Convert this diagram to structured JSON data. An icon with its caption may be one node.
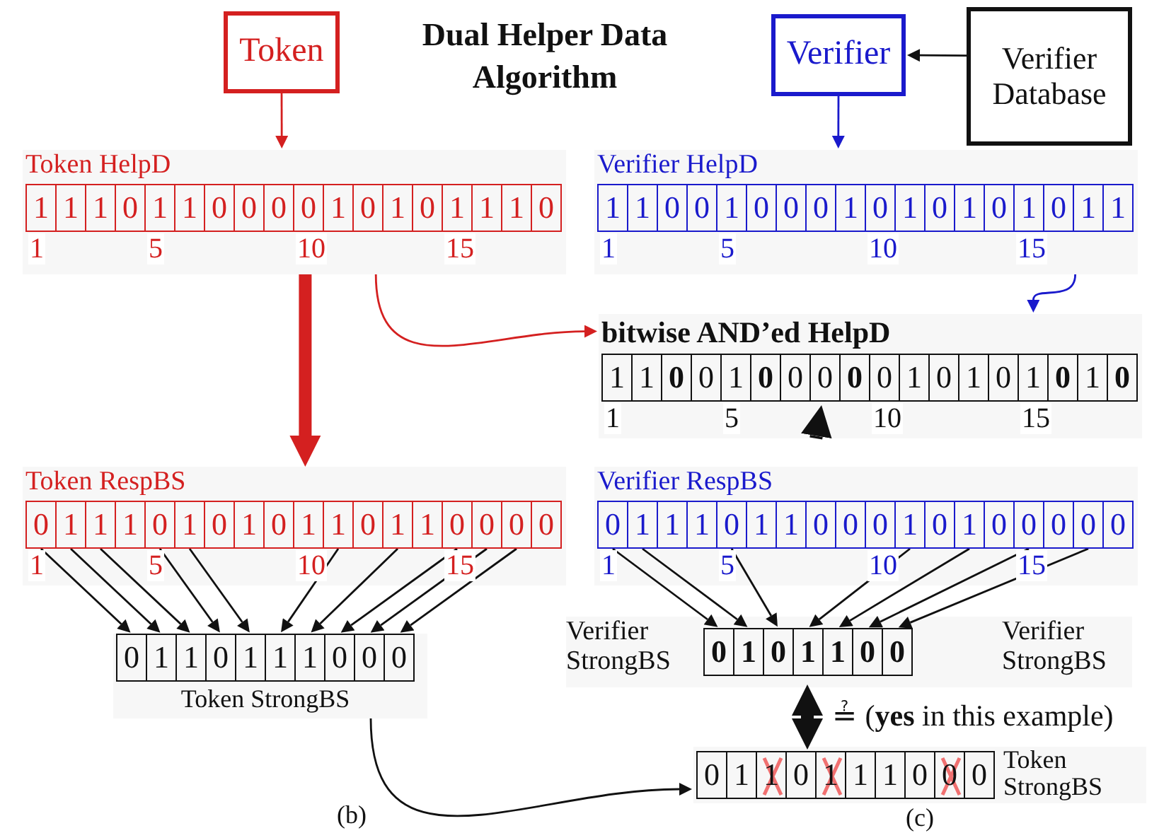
{
  "diagram": {
    "title": "Dual Helper Data Algorithm",
    "nodes": [
      {
        "text": [
          "Token"
        ]
      },
      {
        "text": [
          "Verifier"
        ]
      },
      {
        "text": [
          "Verifier Database"
        ]
      },
      {
        "text": [
          "Token HelpD"
        ],
        "beside": [
          "1",
          "5",
          "10",
          "15"
        ]
      },
      {
        "text": [
          "1"
        ],
        "in": 3
      },
      {
        "text": [
          "1"
        ],
        "in": 3
      },
      {
        "text": [
          "1"
        ],
        "in": 3
      },
      {
        "text": [
          "0"
        ],
        "in": 3
      },
      {
        "text": [
          "1"
        ],
        "in": 3
      },
      {
        "text": [
          "1"
        ],
        "in": 3
      },
      {
        "text": [
          "0"
        ],
        "in": 3
      },
      {
        "text": [
          "0"
        ],
        "in": 3
      },
      {
        "text": [
          "0"
        ],
        "in": 3
      },
      {
        "text": [
          "0"
        ],
        "in": 3
      },
      {
        "text": [
          "1"
        ],
        "in": 3
      },
      {
        "text": [
          "0"
        ],
        "in": 3
      },
      {
        "text": [
          "1"
        ],
        "in": 3
      },
      {
        "text": [
          "0"
        ],
        "in": 3
      },
      {
        "text": [
          "1"
        ],
        "in": 3
      },
      {
        "text": [
          "1"
        ],
        "in": 3
      },
      {
        "text": [
          "1"
        ],
        "in": 3
      },
      {
        "text": [
          "0"
        ],
        "in": 3
      },
      {
        "text": [
          "Verifier HelpD"
        ],
        "beside": [
          "1",
          "5",
          "10",
          "15"
        ]
      },
      {
        "text": [
          "1"
        ],
        "in": 22
      },
      {
        "text": [
          "1"
        ],
        "in": 22
      },
      {
        "text": [
          "0"
        ],
        "in": 22
      },
      {
        "text": [
          "0"
        ],
        "in": 22
      },
      {
        "text": [
          "1"
        ],
        "in": 22
      },
      {
        "text": [
          "0"
        ],
        "in": 22
      },
      {
        "text": [
          "0"
        ],
        "in": 22
      },
      {
        "text": [
          "0"
        ],
        "in": 22
      },
      {
        "text": [
          "1"
        ],
        "in": 22
      },
      {
        "text": [
          "0"
        ],
        "in": 22
      },
      {
        "text": [
          "1"
        ],
        "in": 22
      },
      {
        "text": [
          "0"
        ],
        "in": 22
      },
      {
        "text": [
          "1"
        ],
        "in": 22
      },
      {
        "text": [
          "0"
        ],
        "in": 22
      },
      {
        "text": [
          "1"
        ],
        "in": 22
      },
      {
        "text": [
          "0"
        ],
        "in": 22
      },
      {
        "text": [
          "1"
        ],
        "in": 22
      },
      {
        "text": [
          "1"
        ],
        "in": 22
      },
      {
        "text": [
          "bitwise AND’ed HelpD"
        ],
        "beside": [
          "1",
          "5",
          "10",
          "15"
        ]
      },
      {
        "text": [
          "1"
        ],
        "in": 41
      },
      {
        "text": [
          "1"
        ],
        "in": 41
      },
      {
        "text": [
          "0"
        ],
        "in": 41
      },
      {
        "text": [
          "0"
        ],
        "in": 41
      },
      {
        "text": [
          "1"
        ],
        "in": 41
      },
      {
        "text": [
          "0"
        ],
        "in": 41
      },
      {
        "text": [
          "0"
        ],
        "in": 41
      },
      {
        "text": [
          "0"
        ],
        "in": 41
      },
      {
        "text": [
          "0"
        ],
        "in": 41
      },
      {
        "text": [
          "0"
        ],
        "in": 41
      },
      {
        "text": [
          "1"
        ],
        "in": 41
      },
      {
        "text": [
          "0"
        ],
        "in": 41
      },
      {
        "text": [
          "1"
        ],
        "in": 41
      },
      {
        "text": [
          "0"
        ],
        "in": 41
      },
      {
        "text": [
          "1"
        ],
        "in": 41
      },
      {
        "text": [
          "0"
        ],
        "in": 41
      },
      {
        "text": [
          "1"
        ],
        "in": 41
      },
      {
        "text": [
          "0"
        ],
        "in": 41
      },
      {
        "text": [
          "Token RespBS"
        ],
        "beside": [
          "1",
          "5",
          "10",
          "15"
        ]
      },
      {
        "text": [
          "0"
        ],
        "in": 60
      },
      {
        "text": [
          "1"
        ],
        "in": 60
      },
      {
        "text": [
          "1"
        ],
        "in": 60
      },
      {
        "text": [
          "1"
        ],
        "in": 60
      },
      {
        "text": [
          "0"
        ],
        "in": 60
      },
      {
        "text": [
          "1"
        ],
        "in": 60
      },
      {
        "text": [
          "0"
        ],
        "in": 60
      },
      {
        "text": [
          "1"
        ],
        "in": 60
      },
      {
        "text": [
          "0"
        ],
        "in": 60
      },
      {
        "text": [
          "1"
        ],
        "in": 60
      },
      {
        "text": [
          "1"
        ],
        "in": 60
      },
      {
        "text": [
          "0"
        ],
        "in": 60
      },
      {
        "text": [
          "1"
        ],
        "in": 60
      },
      {
        "text": [
          "1"
        ],
        "in": 60
      },
      {
        "text": [
          "0"
        ],
        "in": 60
      },
      {
        "text": [
          "0"
        ],
        "in": 60
      },
      {
        "text": [
          "0"
        ],
        "in": 60
      },
      {
        "text": [
          "0"
        ],
        "in": 60
      },
      {
        "text": [
          "Verifier RespBS"
        ],
        "beside": [
          "1",
          "5",
          "10",
          "15"
        ]
      },
      {
        "text": [
          "0"
        ],
        "in": 79
      },
      {
        "text": [
          "1"
        ],
        "in": 79
      },
      {
        "text": [
          "1"
        ],
        "in": 79
      },
      {
        "text": [
          "1"
        ],
        "in": 79
      },
      {
        "text": [
          "0"
        ],
        "in": 79
      },
      {
        "text": [
          "1"
        ],
        "in": 79
      },
      {
        "text": [
          "1"
        ],
        "in": 79
      },
      {
        "text": [
          "0"
        ],
        "in": 79
      },
      {
        "text": [
          "0"
        ],
        "in": 79
      },
      {
        "text": [
          "0"
        ],
        "in": 79
      },
      {
        "text": [
          "1"
        ],
        "in": 79
      },
      {
        "text": [
          "0"
        ],
        "in": 79
      },
      {
        "text": [
          "1"
        ],
        "in": 79
      },
      {
        "text": [
          "0"
        ],
        "in": 79
      },
      {
        "text": [
          "0"
        ],
        "in": 79
      },
      {
        "text": [
          "0"
        ],
        "in": 79
      },
      {
        "text": [
          "0"
        ],
        "in": 79
      },
      {
        "text": [
          "0"
        ],
        "in": 79
      },
      {
        "text": [
          "Token StrongBS"
        ]
      },
      {
        "text": [
          "0"
        ],
        "in": 98
      },
      {
        "text": [
          "1"
        ],
        "in": 98
      },
      {
        "text": [
          "1"
        ],
        "in": 98
      },
      {
        "text": [
          "0"
        ],
        "in": 98
      },
      {
        "text": [
          "1"
        ],
        "in": 98
      },
      {
        "text": [
          "1"
        ],
        "in": 98
      },
      {
        "text": [
          "1"
        ],
        "in": 98
      },
      {
        "text": [
          "0"
        ],
        "in": 98
      },
      {
        "text": [
          "0"
        ],
        "in": 98
      },
      {
        "text": [
          "0"
        ],
        "in": 98
      },
      {
        "text": [
          "Verifier StrongBS",
          "Verifier StrongBS"
        ]
      },
      {
        "text": [
          "0"
        ],
        "in": 109
      },
      {
        "text": [
          "1"
        ],
        "in": 109
      },
      {
        "text": [
          "0"
        ],
        "in": 109
      },
      {
        "text": [
          "1"
        ],
        "in": 109
      },
      {
        "text": [
          "1"
        ],
        "in": 109
      },
      {
        "text": [
          "0"
        ],
        "in": 109
      },
      {
        "text": [
          "0"
        ],
        "in": 109
      },
      {
        "text": [
          "Token StrongBS"
        ]
      },
      {
        "text": [
          "0"
        ],
        "in": 117
      },
      {
        "text": [
          "1"
        ],
        "in": 117
      },
      {
        "text": [
          "1"
        ],
        "in": 117
      },
      {
        "text": [
          "0"
        ],
        "in": 117
      },
      {
        "text": [
          "1"
        ],
        "in": 117
      },
      {
        "text": [
          "1"
        ],
        "in": 117
      },
      {
        "text": [
          "1"
        ],
        "in": 117
      },
      {
        "text": [
          "0"
        ],
        "in": 117
      },
      {
        "text": [
          "0"
        ],
        "in": 117
      },
      {
        "text": [
          "0"
        ],
        "in": 117
      }
    ],
    "edges": [
      {
        "from": 0,
        "to": 3,
        "arrow": "to",
        "color": "#d42020"
      },
      {
        "from": 1,
        "to": 22,
        "arrow": "to",
        "color": "#1a1acc"
      },
      {
        "from": 2,
        "to": 1,
        "arrow": "to"
      },
      {
        "from": 3,
        "to": 41,
        "arrow": "to",
        "color": "#d42020"
      },
      {
        "from": 22,
        "to": 41,
        "arrow": "to",
        "color": "#1a1acc"
      },
      {
        "from": 3,
        "to": 60,
        "arrow": "to",
        "style": "thick",
        "color": "#d42020"
      },
      {
        "from": 41,
        "to": 79,
        "arrow": "to",
        "style": "thick"
      },
      {
        "from": 61,
        "to": 99,
        "arrow": "to"
      },
      {
        "from": 62,
        "to": 100,
        "arrow": "to"
      },
      {
        "from": 63,
        "to": 101,
        "arrow": "to"
      },
      {
        "from": 65,
        "to": 102,
        "arrow": "to"
      },
      {
        "from": 66,
        "to": 103,
        "arrow": "to"
      },
      {
        "from": 71,
        "to": 104,
        "arrow": "to"
      },
      {
        "from": 73,
        "to": 105,
        "arrow": "to"
      },
      {
        "from": 75,
        "to": 106,
        "arrow": "to"
      },
      {
        "from": 76,
        "to": 107,
        "arrow": "to"
      },
      {
        "from": 77,
        "to": 108,
        "arrow": "to"
      },
      {
        "from": 80,
        "to": 110,
        "arrow": "to"
      },
      {
        "from": 81,
        "to": 111,
        "arrow": "to"
      },
      {
        "from": 84,
        "to": 112,
        "arrow": "to"
      },
      {
        "from": 90,
        "to": 113,
        "arrow": "to"
      },
      {
        "from": 92,
        "to": 114,
        "arrow": "to"
      },
      {
        "from": 94,
        "to": 115,
        "arrow": "to"
      },
      {
        "from": 96,
        "to": 116,
        "arrow": "to"
      },
      {
        "from": 109,
        "to": 117,
        "arrow": "both",
        "style": "thick",
        "label": "≟ (**yes** in this example)"
      },
      {
        "from": 98,
        "to": 117,
        "arrow": "to"
      }
    ],
    "labels": [
      "(b)",
      "(c)"
    ]
  }
}
